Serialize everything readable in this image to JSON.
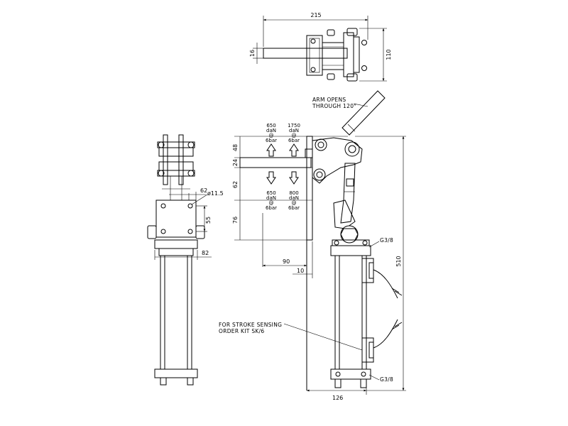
{
  "top_view": {
    "dim_width": "215",
    "dim_height": "110",
    "dim_arm": "16"
  },
  "side_view": {
    "dim_62": "62",
    "dim_hole": "ø11.5",
    "dim_55": "55",
    "dim_82": "82"
  },
  "front_view": {
    "arm_note_line1": "ARM OPENS",
    "arm_note_line2": "THROUGH 120°",
    "dim_48": "48",
    "dim_24": "24",
    "dim_62": "62",
    "dim_76": "76",
    "dim_90": "90",
    "dim_10": "10",
    "dim_510": "510",
    "dim_126": "126",
    "port_top": "G3/8",
    "port_bottom": "G3/8",
    "stroke_note_line1": "FOR STROKE SENSING",
    "stroke_note_line2": "ORDER KIT SK/6"
  },
  "forces": {
    "up_left": {
      "value": "650",
      "unit": "daN",
      "at": "@",
      "pressure": "6bar"
    },
    "up_right": {
      "value": "1750",
      "unit": "daN",
      "at": "@",
      "pressure": "6bar"
    },
    "down_left": {
      "value": "650",
      "unit": "daN",
      "at": "@",
      "pressure": "6bar"
    },
    "down_right": {
      "value": "800",
      "unit": "daN",
      "at": "@",
      "pressure": "6bar"
    }
  }
}
